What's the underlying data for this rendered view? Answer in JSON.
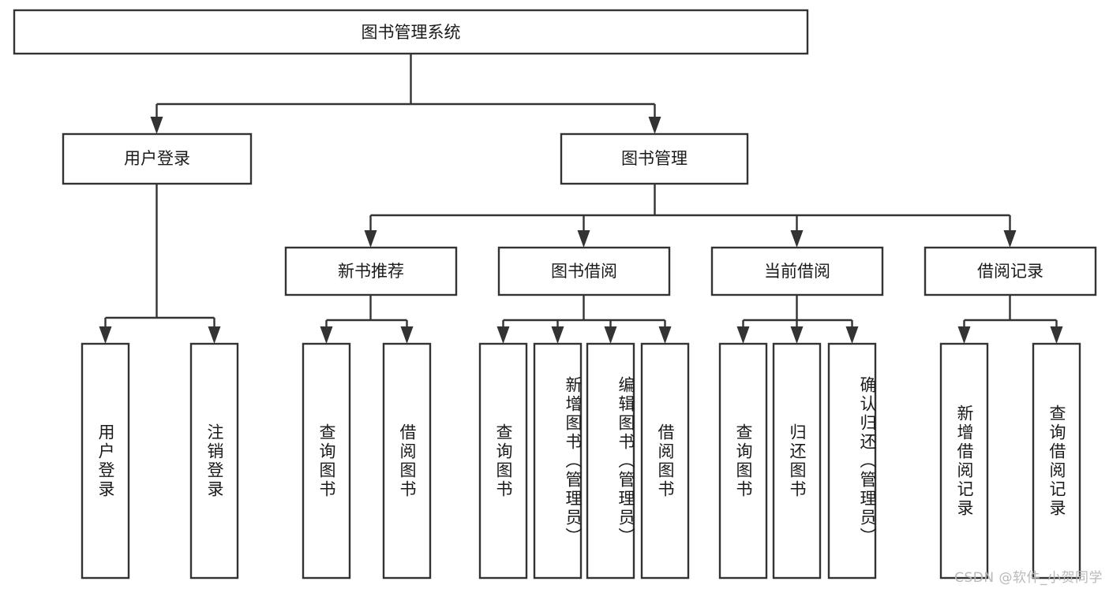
{
  "diagram": {
    "type": "tree",
    "title": "图书管理系统",
    "orientation": "top-down",
    "colors": {
      "box_stroke": "#333333",
      "box_fill": "#ffffff",
      "text": "#1a1a1a",
      "background": "#ffffff",
      "watermark": "#b9b9b9"
    },
    "root": {
      "label": "图书管理系统"
    },
    "level2": [
      {
        "label": "用户登录"
      },
      {
        "label": "图书管理"
      }
    ],
    "level3": [
      {
        "label": "新书推荐"
      },
      {
        "label": "图书借阅"
      },
      {
        "label": "当前借阅"
      },
      {
        "label": "借阅记录"
      }
    ],
    "leaves": {
      "user_login": [
        {
          "label": "用户登录"
        },
        {
          "label": "注销登录"
        }
      ],
      "new_book": [
        {
          "label": "查询图书"
        },
        {
          "label": "借阅图书"
        }
      ],
      "book_borrow": [
        {
          "label": "查询图书"
        },
        {
          "label": "新增图书（管理员）"
        },
        {
          "label": "编辑图书（管理员）"
        },
        {
          "label": "借阅图书"
        }
      ],
      "current_borrow": [
        {
          "label": "查询图书"
        },
        {
          "label": "归还图书"
        },
        {
          "label": "确认归还（管理员）"
        }
      ],
      "borrow_record": [
        {
          "label": "新增借阅记录"
        },
        {
          "label": "查询借阅记录"
        }
      ]
    }
  },
  "watermark": {
    "text": "CSDN @软件_小贺同学"
  }
}
